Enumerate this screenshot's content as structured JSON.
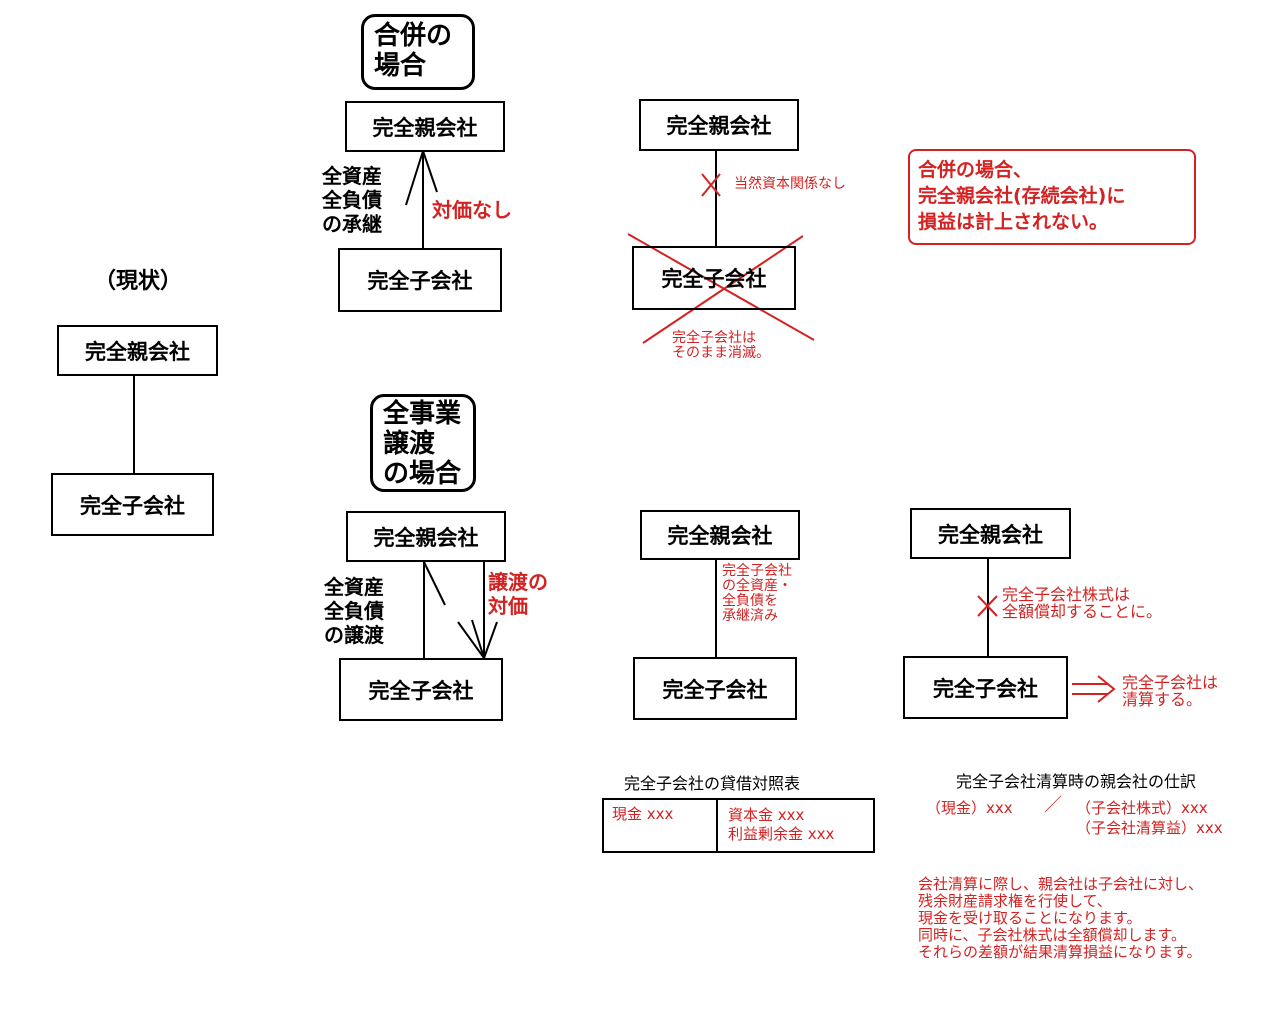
{
  "current": {
    "heading": "（現状）",
    "parent": "完全親会社",
    "child": "完全子会社"
  },
  "merger": {
    "title": "合併の\n場合",
    "parent": "完全親会社",
    "child": "完全子会社",
    "left_label": "全資産\n全負債\nの承継",
    "right_label": "対価なし",
    "after_parent": "完全親会社",
    "after_child": "完全子会社",
    "cross_note": "当然資本関係なし",
    "child_note": "完全子会社は\nそのまま消滅。",
    "callout": "合併の場合、\n完全親会社(存続会社)に\n損益は計上されない。"
  },
  "transfer": {
    "title": "全事業\n譲渡\nの場合",
    "parent": "完全親会社",
    "child": "完全子会社",
    "left_label": "全資産\n全負債\nの譲渡",
    "right_label": "譲渡の\n対価",
    "mid_parent": "完全親会社",
    "mid_child": "完全子会社",
    "mid_note": "完全子会社\nの全資産・\n全負債を\n承継済み",
    "final_parent": "完全親会社",
    "final_child": "完全子会社",
    "final_cross_note": "完全子会社株式は\n全額償却することに。",
    "liquidation_note": "完全子会社は\n清算する。"
  },
  "balance_sheet": {
    "title": "完全子会社の貸借対照表",
    "left": "現金 xxx",
    "right": "資本金 xxx\n利益剰余金 xxx"
  },
  "journal": {
    "title": "完全子会社清算時の親会社の仕訳",
    "debit": "（現金）xxx",
    "slash": "／",
    "credit_1": "（子会社株式）xxx",
    "credit_2": "（子会社清算益）xxx",
    "explanation": "会社清算に際し、親会社は子会社に対し、\n残余財産請求権を行使して、\n現金を受け取ることになります。\n同時に、子会社株式は全額償却します。\nそれらの差額が結果清算損益になります。"
  },
  "colors": {
    "accent_red": "#d42222",
    "line": "#000000"
  }
}
